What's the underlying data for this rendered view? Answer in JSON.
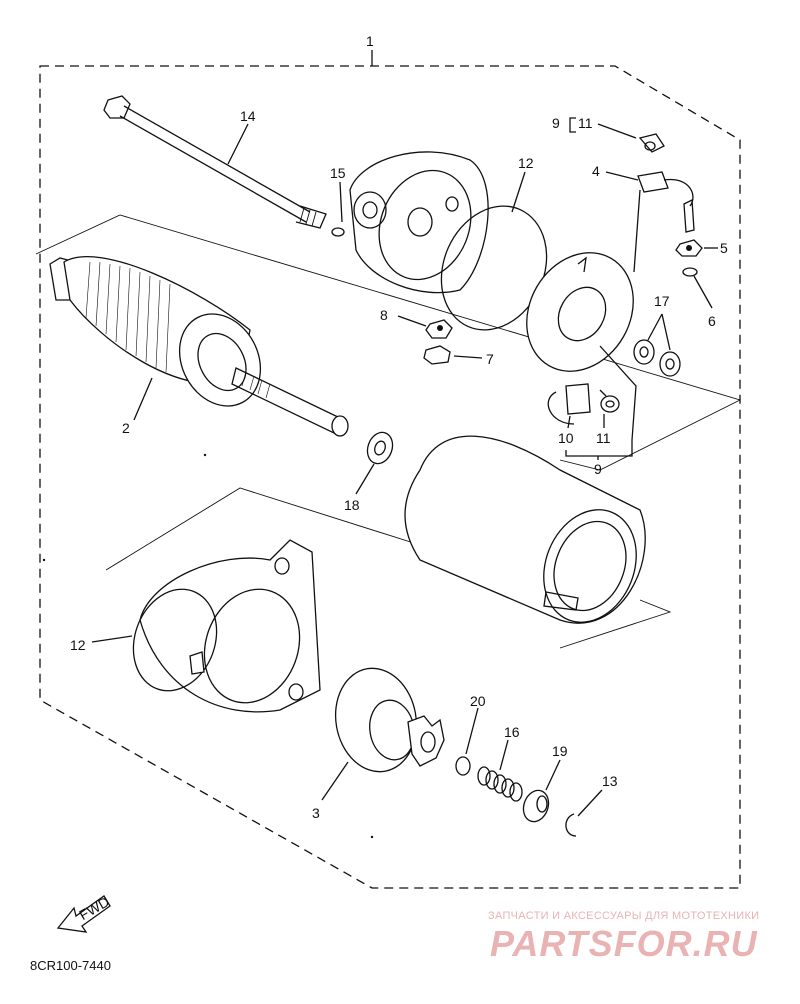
{
  "diagram": {
    "assembly_label": "1",
    "callouts": {
      "c1": "1",
      "c2": "2",
      "c3": "3",
      "c4": "4",
      "c5": "5",
      "c6": "6",
      "c7": "7",
      "c8": "8",
      "c9a": "9",
      "c9b": "9",
      "c10": "10",
      "c11a": "11",
      "c11b": "11",
      "c12a": "12",
      "c12b": "12",
      "c13": "13",
      "c14": "14",
      "c15": "15",
      "c16": "16",
      "c17": "17",
      "c18": "18",
      "c19": "19",
      "c20": "20"
    },
    "fwd_label": "FWD",
    "part_code": "8CR100-7440"
  },
  "watermark": {
    "tagline": "ЗАПЧАСТИ И АКСЕССУАРЫ ДЛЯ МОТОТЕХНИКИ",
    "logo_text": "PARTSFOR.RU",
    "color": "#e9b3b3"
  }
}
